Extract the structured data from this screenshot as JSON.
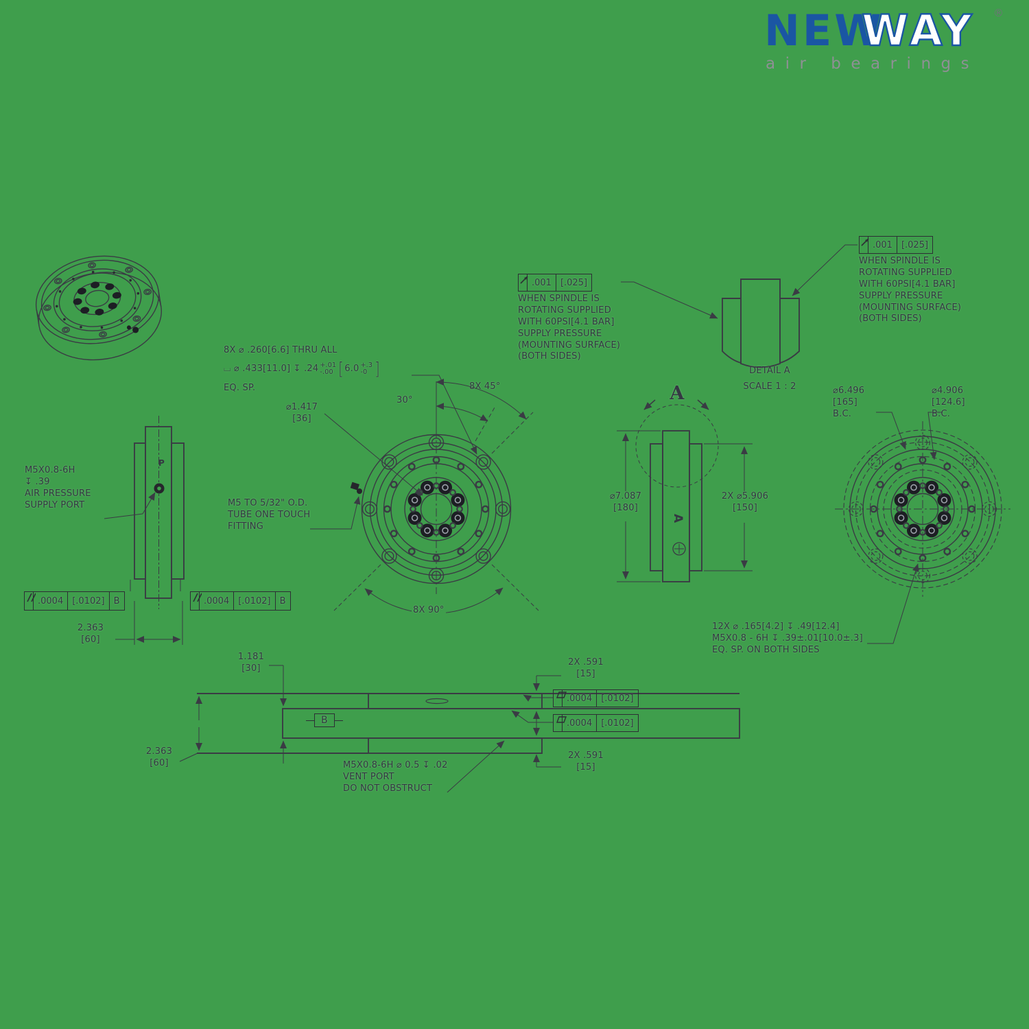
{
  "page": {
    "background_color": "#3F9E4C",
    "ink_color": "#343842"
  },
  "logo": {
    "new": "NEW",
    "way": "WAY",
    "reg": "®",
    "tagline": "air bearings"
  },
  "fcf": {
    "runout_left": {
      "tol": ".001",
      "tol_mm": "[.025]"
    },
    "runout_right": {
      "tol": ".001",
      "tol_mm": "[.025]"
    },
    "par_left": {
      "tol": ".0004",
      "tol_mm": "[.0102]",
      "datum": "B"
    },
    "par_right": {
      "tol": ".0004",
      "tol_mm": "[.0102]",
      "datum": "B"
    },
    "flat_top": {
      "tol": ".0004",
      "tol_mm": "[.0102]"
    },
    "flat_bottom": {
      "tol": ".0004",
      "tol_mm": "[.0102]"
    }
  },
  "notes": {
    "spindle_left": "WHEN SPINDLE IS\nROTATING SUPPLIED\nWITH 60PSI[4.1 BAR]\nSUPPLY PRESSURE\n(MOUNTING SURFACE)\n(BOTH SIDES)",
    "spindle_right": "WHEN SPINDLE IS\nROTATING SUPPLIED\nWITH 60PSI[4.1 BAR]\nSUPPLY PRESSURE\n(MOUNTING SURFACE)\n(BOTH SIDES)",
    "cbore_line1": "8X ⌀ .260[6.6] THRU ALL",
    "cbore_pre": "⌴ ⌀ .433[11.0]  ↧ .24",
    "cbore_plus": "+.01",
    "cbore_minus": "-.00",
    "brk_open": "[",
    "cbore_metric": "6.0",
    "cbore_m_plus": "+.3",
    "cbore_m_minus": "-0",
    "brk_close": "]",
    "cbore_line3": "EQ. SP.",
    "fitting": "M5 TO 5/32\" O.D.\nTUBE ONE TOUCH\nFITTING",
    "air_port": "M5X0.8-6H\n↧ .39\nAIR PRESSURE\nSUPPLY PORT",
    "threads_12x": "12X ⌀ .165[4.2]  ↧ .49[12.4]\nM5X0.8 - 6H  ↧ .39±.01[10.0±.3]\nEQ. SP. ON BOTH SIDES",
    "vent": "M5X0.8-6H ⌀ 0.5 ↧ .02\nVENT PORT\nDO NOT OBSTRUCT"
  },
  "dims": {
    "d1417": "⌀1.417\n[36]",
    "d2363_side": "2.363\n[60]",
    "d2363_bottom": "2.363\n[60]",
    "a45": "8X 45°",
    "a30": "30°",
    "a90": "8X 90°",
    "d7087": "⌀7.087\n[180]",
    "d5906": "2X ⌀5.906\n[150]",
    "bc_outer": "⌀6.496\n[165]\nB.C.",
    "bc_inner": "⌀4.906\n[124.6]\nB.C.",
    "d1181": "1.181\n[30]",
    "d591_top": "2X .591\n[15]",
    "d591_bottom": "2X .591\n[15]"
  },
  "labels": {
    "detail": "DETAIL A",
    "scale": "SCALE 1 : 2",
    "view_a": "A",
    "datum_a": "A",
    "datum_b": "B",
    "port_p": "P"
  }
}
